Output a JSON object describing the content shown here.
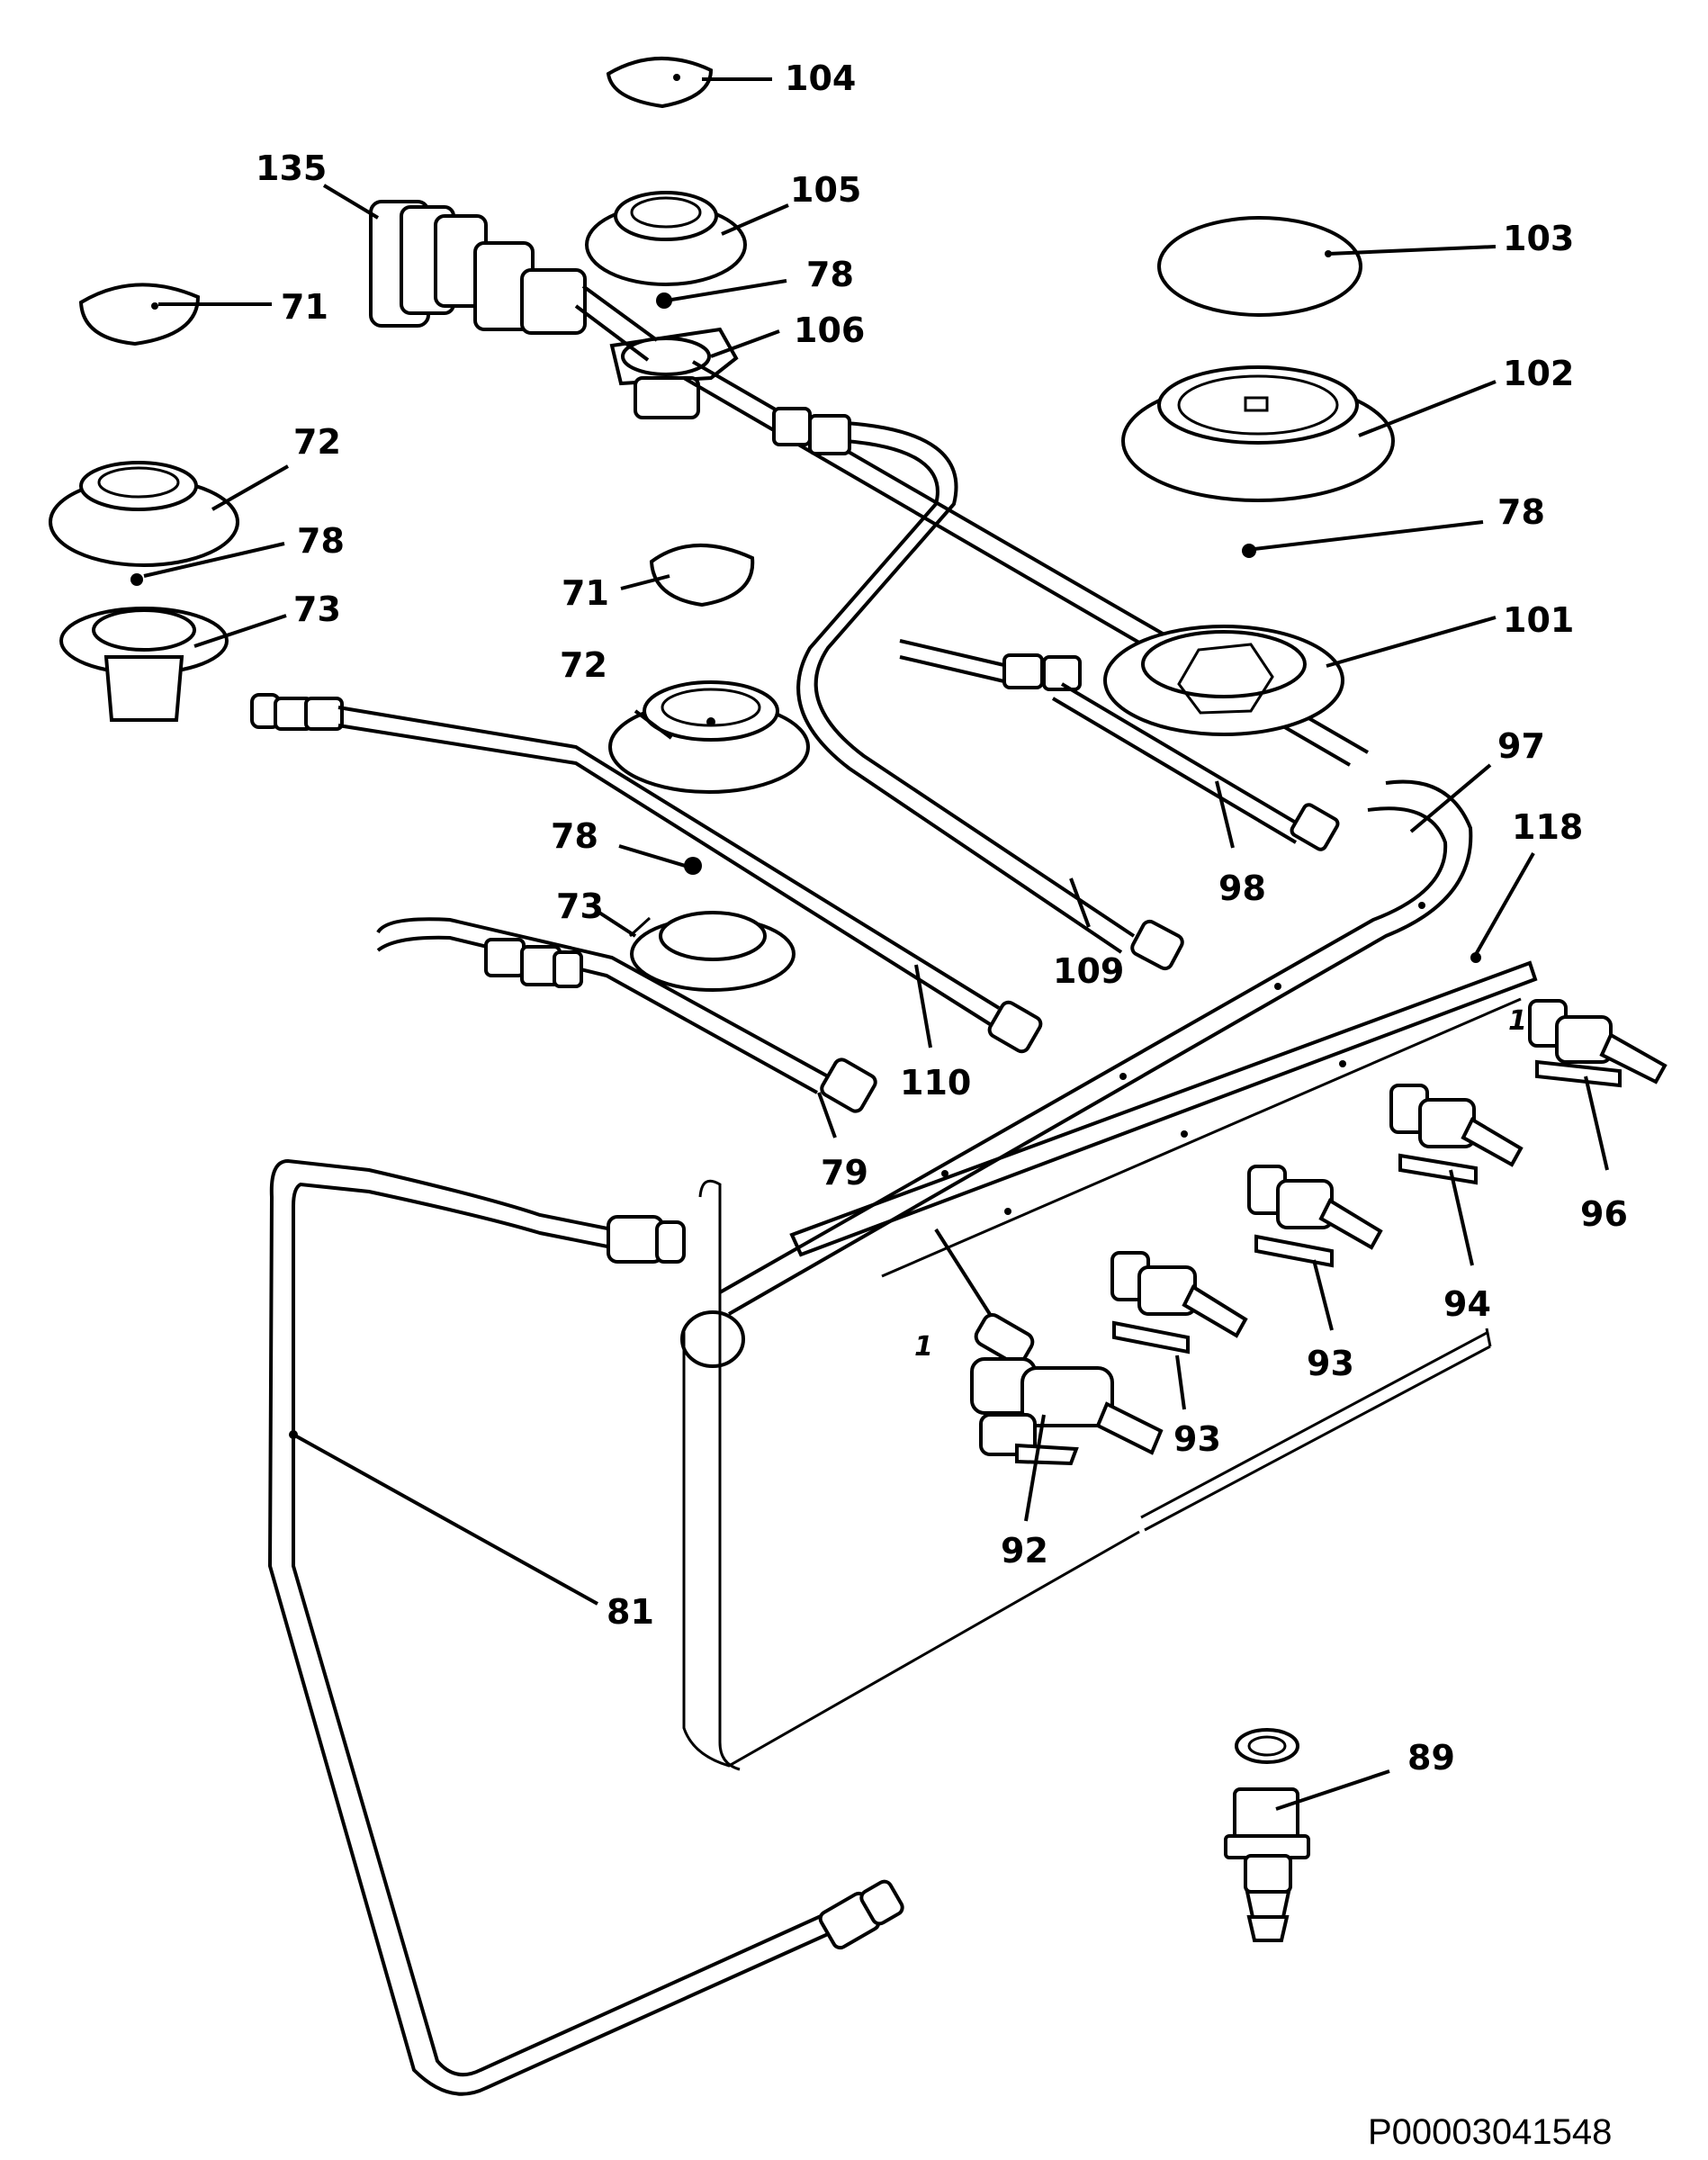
{
  "diagram": {
    "document_id": "P00003041548",
    "callouts": [
      {
        "id": "c104",
        "label": "104"
      },
      {
        "id": "c135",
        "label": "135"
      },
      {
        "id": "c105",
        "label": "105"
      },
      {
        "id": "c103",
        "label": "103"
      },
      {
        "id": "c78a",
        "label": "78"
      },
      {
        "id": "c71a",
        "label": "71"
      },
      {
        "id": "c106",
        "label": "106"
      },
      {
        "id": "c102",
        "label": "102"
      },
      {
        "id": "c72a",
        "label": "72"
      },
      {
        "id": "c78b",
        "label": "78"
      },
      {
        "id": "c78c",
        "label": "78"
      },
      {
        "id": "c71b",
        "label": "71"
      },
      {
        "id": "c73a",
        "label": "73"
      },
      {
        "id": "c101",
        "label": "101"
      },
      {
        "id": "c72b",
        "label": "72"
      },
      {
        "id": "c97",
        "label": "97"
      },
      {
        "id": "c118",
        "label": "118"
      },
      {
        "id": "c78d",
        "label": "78"
      },
      {
        "id": "c98",
        "label": "98"
      },
      {
        "id": "c73b",
        "label": "73"
      },
      {
        "id": "c109",
        "label": "109"
      },
      {
        "id": "c110",
        "label": "110"
      },
      {
        "id": "c79",
        "label": "79"
      },
      {
        "id": "c96",
        "label": "96"
      },
      {
        "id": "c94",
        "label": "94"
      },
      {
        "id": "c93a",
        "label": "93"
      },
      {
        "id": "c93b",
        "label": "93"
      },
      {
        "id": "c92",
        "label": "92"
      },
      {
        "id": "c81",
        "label": "81"
      },
      {
        "id": "c89",
        "label": "89"
      },
      {
        "id": "c1a",
        "label": "1"
      },
      {
        "id": "c1b",
        "label": "1"
      }
    ]
  }
}
